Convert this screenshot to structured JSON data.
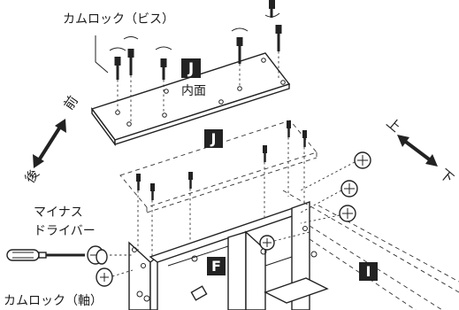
{
  "labels": {
    "cam_lock_screw": "カムロック（ビス）",
    "inner_face": "内面",
    "front": "前",
    "back": "後",
    "up": "上",
    "down": "下",
    "screwdriver_line1": "マイナス",
    "screwdriver_line2": "ドライバー",
    "cam_lock_axis": "カムロック（軸）"
  },
  "parts": {
    "top_panel": "J",
    "panel_outline": "J",
    "panel_f": "F",
    "panel_i": "I"
  },
  "colors": {
    "ink": "#222222",
    "badge": "#222222",
    "background": "#ffffff"
  },
  "icons": [
    "double-arrow-front-back-icon",
    "double-arrow-up-down-icon",
    "rotation-arrow-icon",
    "screwdriver-icon",
    "cam-lock-icon",
    "screw-icon"
  ]
}
